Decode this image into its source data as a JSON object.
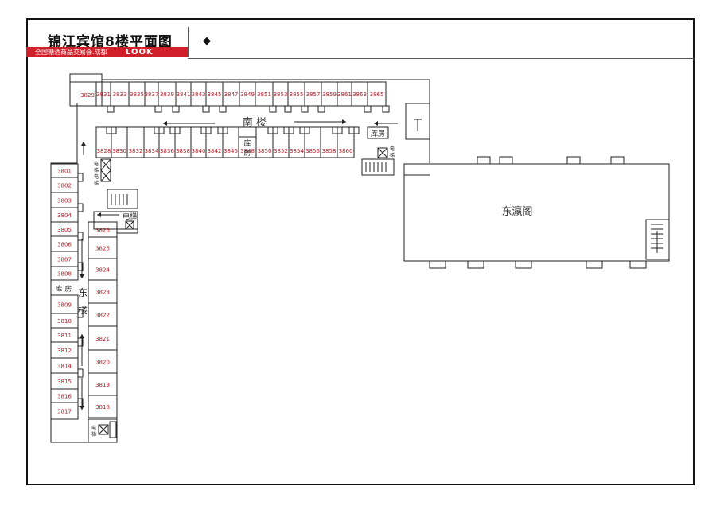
{
  "header": {
    "title": "锦江宾馆8楼平面图",
    "subtitle": "全国糖酒商品交易会.成都",
    "logo_text": "LOOK",
    "marker": "◆"
  },
  "labels": {
    "south_building": "南 楼",
    "east_building_1": "东",
    "east_building_2": "楼",
    "east_hall": "东瀛阁",
    "storeroom_east": "库 房",
    "storeroom_south_a": "库",
    "storeroom_south_b": "房",
    "storeroom_north": "库房",
    "elevator": "电梯",
    "elevator_a": "电",
    "elevator_b": "梯"
  },
  "rooms": {
    "south_top": [
      "3831",
      "3833",
      "3835",
      "3837",
      "3839",
      "3841",
      "3843",
      "3845",
      "3847",
      "3849",
      "3851",
      "3853",
      "3855",
      "3857",
      "3859",
      "3861",
      "3863",
      "3865"
    ],
    "south_bottom": [
      "3828",
      "3830",
      "3832",
      "3834",
      "3836",
      "3838",
      "3840",
      "3842",
      "3846",
      "3848",
      "3850",
      "3852",
      "3854",
      "3856",
      "3858",
      "3860"
    ],
    "corner": "3829",
    "east_left": [
      "3801",
      "3802",
      "3803",
      "3804",
      "3805",
      "3806",
      "3807",
      "3808",
      "3809",
      "3810",
      "3811",
      "3812",
      "3814",
      "3815",
      "3816",
      "3817"
    ],
    "east_right": [
      "3826",
      "3825",
      "3824",
      "3823",
      "3822",
      "3821",
      "3820",
      "3819",
      "3818"
    ]
  },
  "colors": {
    "room_number": "#b02028",
    "accent_bar": "#d0202a",
    "lines": "#222222"
  }
}
